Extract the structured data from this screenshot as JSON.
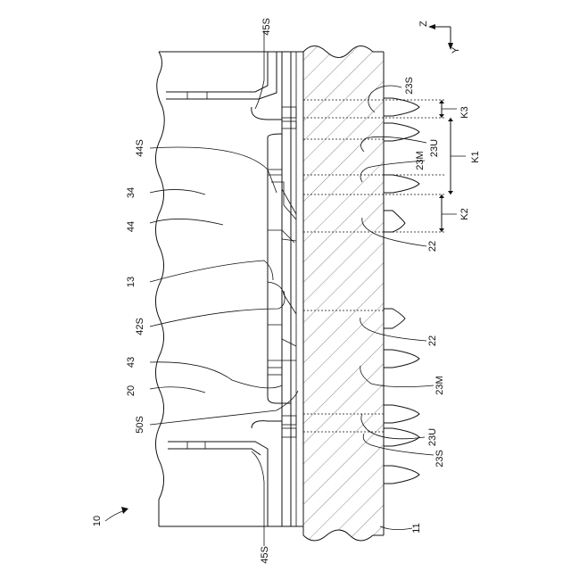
{
  "axes": {
    "z": "Z",
    "y": "Y"
  },
  "labels": {
    "l45s_top": "45S",
    "l23s_top": "23S",
    "lk3": "K3",
    "l44s": "44S",
    "l23u_top": "23U",
    "l23m_top": "23M",
    "lk1": "K1",
    "l34": "34",
    "l44": "44",
    "lk2": "K2",
    "l22_top": "22",
    "l13": "13",
    "l42s": "42S",
    "l22_bottom": "22",
    "l43": "43",
    "l23m_bottom": "23M",
    "l20": "20",
    "l50s": "50S",
    "l23u_bottom": "23U",
    "l23s_bottom": "23S",
    "l10": "10",
    "l11": "11",
    "l45s_bottom": "45S"
  }
}
